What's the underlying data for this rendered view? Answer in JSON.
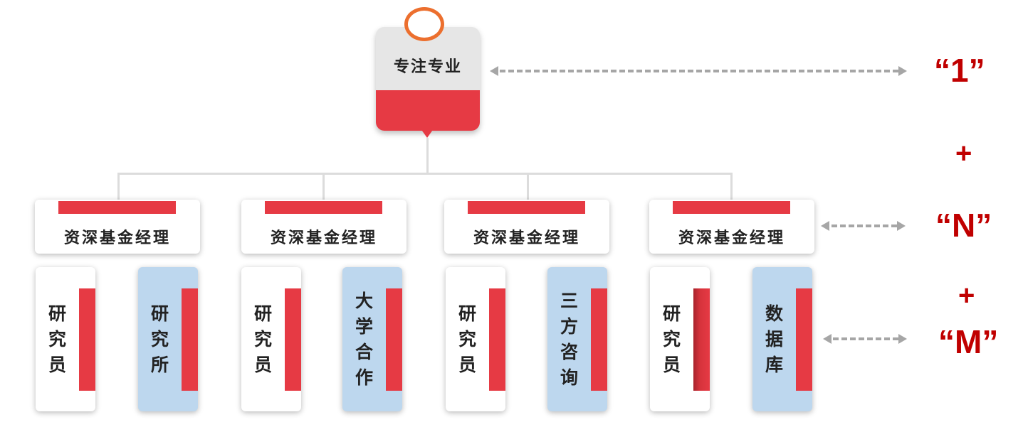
{
  "top": {
    "label": "专注专业"
  },
  "managers": [
    {
      "label": "资深基金经理",
      "cards": [
        {
          "text": "研究员"
        },
        {
          "text": "研究所"
        }
      ]
    },
    {
      "label": "资深基金经理",
      "cards": [
        {
          "text": "研究员"
        },
        {
          "text": "大学合作"
        }
      ]
    },
    {
      "label": "资深基金经理",
      "cards": [
        {
          "text": "研究员"
        },
        {
          "text": "三方咨询"
        }
      ]
    },
    {
      "label": "资深基金经理",
      "cards": [
        {
          "text": "研究员"
        },
        {
          "text": "数据库"
        }
      ]
    }
  ],
  "side": {
    "one": "“1”",
    "plus1": "+",
    "n": "“N”",
    "plus2": "+",
    "m": "“M”"
  },
  "colors": {
    "red": "#e63a44",
    "orange": "#ec6f2e",
    "blue_card": "#bdd7ee",
    "label_red": "#c00000",
    "arrow_gray": "#a6a6a6"
  }
}
